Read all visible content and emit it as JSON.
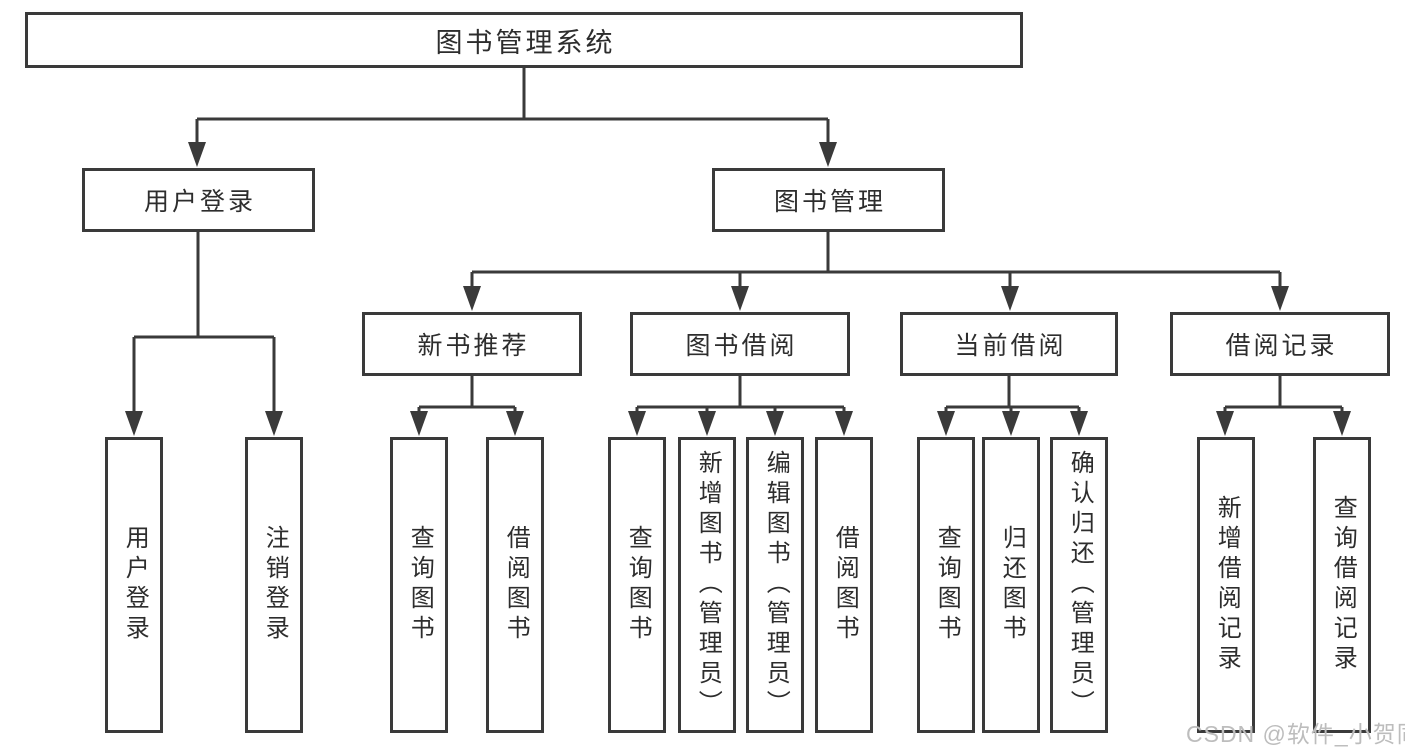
{
  "diagram": {
    "root": {
      "label": "图书管理系统"
    },
    "level2": [
      {
        "label": "用户登录"
      },
      {
        "label": "图书管理"
      }
    ],
    "level3": [
      {
        "label": "新书推荐"
      },
      {
        "label": "图书借阅"
      },
      {
        "label": "当前借阅"
      },
      {
        "label": "借阅记录"
      }
    ],
    "leaves": {
      "user_login": [
        {
          "label": "用户登录"
        },
        {
          "label": "注销登录"
        }
      ],
      "new_books": [
        {
          "label": "查询图书"
        },
        {
          "label": "借阅图书"
        }
      ],
      "book_borrow": [
        {
          "label": "查询图书"
        },
        {
          "label": "新增图书（管理员）"
        },
        {
          "label": "编辑图书（管理员）"
        },
        {
          "label": "借阅图书"
        }
      ],
      "current_borrow": [
        {
          "label": "查询图书"
        },
        {
          "label": "归还图书"
        },
        {
          "label": "确认归还（管理员）"
        }
      ],
      "borrow_records": [
        {
          "label": "新增借阅记录"
        },
        {
          "label": "查询借阅记录"
        }
      ]
    },
    "colors": {
      "line": "#3a3a3a",
      "border": "#3a3a3a",
      "text": "#2d2d2d",
      "background": "#ffffff"
    }
  },
  "watermark": {
    "text": "CSDN @软件_小贺同学"
  }
}
